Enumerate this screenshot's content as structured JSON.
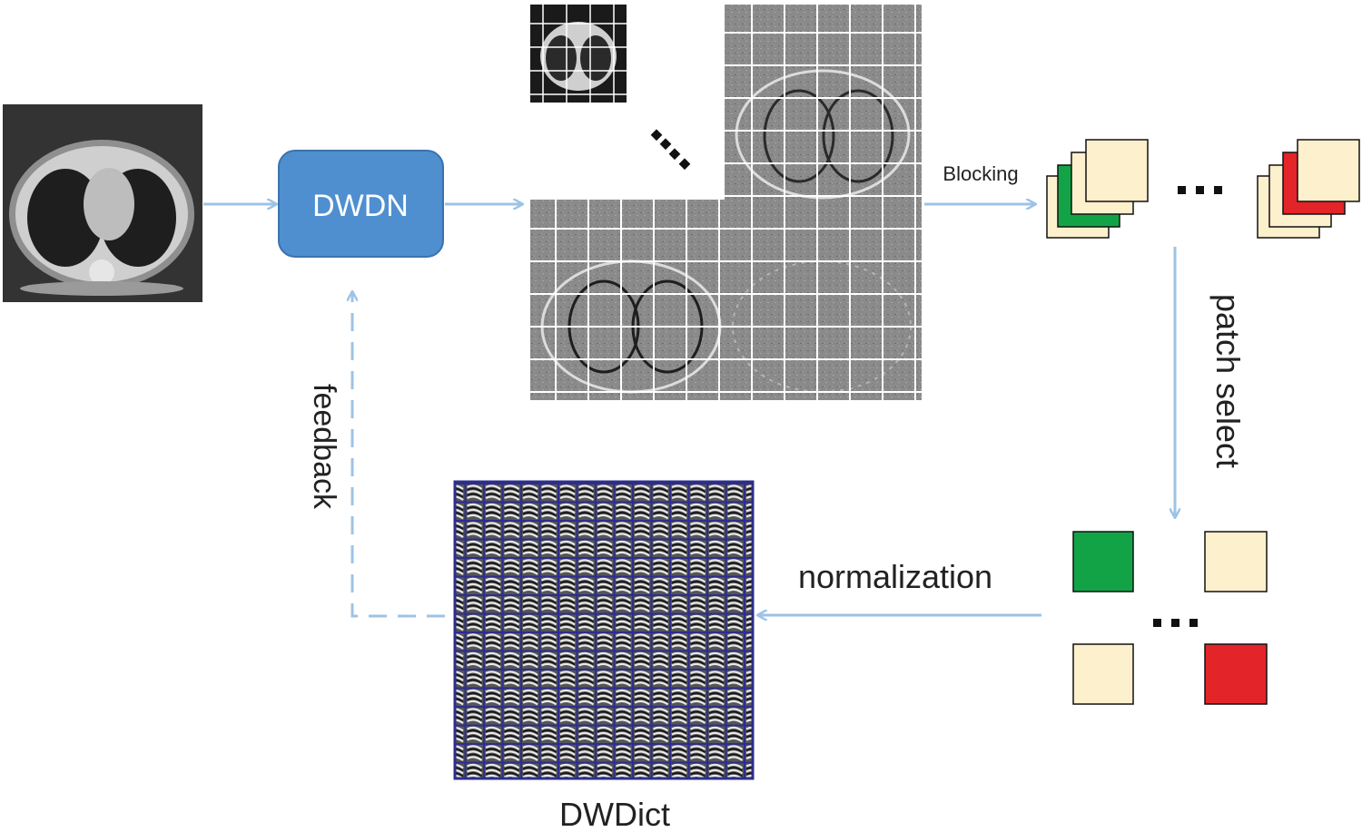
{
  "nodes": {
    "dwdn_label": "DWDN",
    "dwdict_label": "DWDict"
  },
  "edges": {
    "blocking_label": "Blocking",
    "patch_select_label": "patch select",
    "normalization_label": "normalization",
    "feedback_label": "feedback"
  },
  "colors": {
    "arrow": "#9dc3e6",
    "dwdn_fill": "#4f8fcf",
    "patch_cream": "#fdf0cc",
    "patch_green": "#13a347",
    "patch_red": "#e3252a",
    "dict_grid": "#2c2e8a",
    "subband_bg": "#8a8a8a",
    "ct_bg": "#333333"
  },
  "icons": {
    "ct_input": "ct-scan-image",
    "subbands": "wavelet-subband-grid",
    "dictionary": "dictionary-atoms-grid"
  }
}
